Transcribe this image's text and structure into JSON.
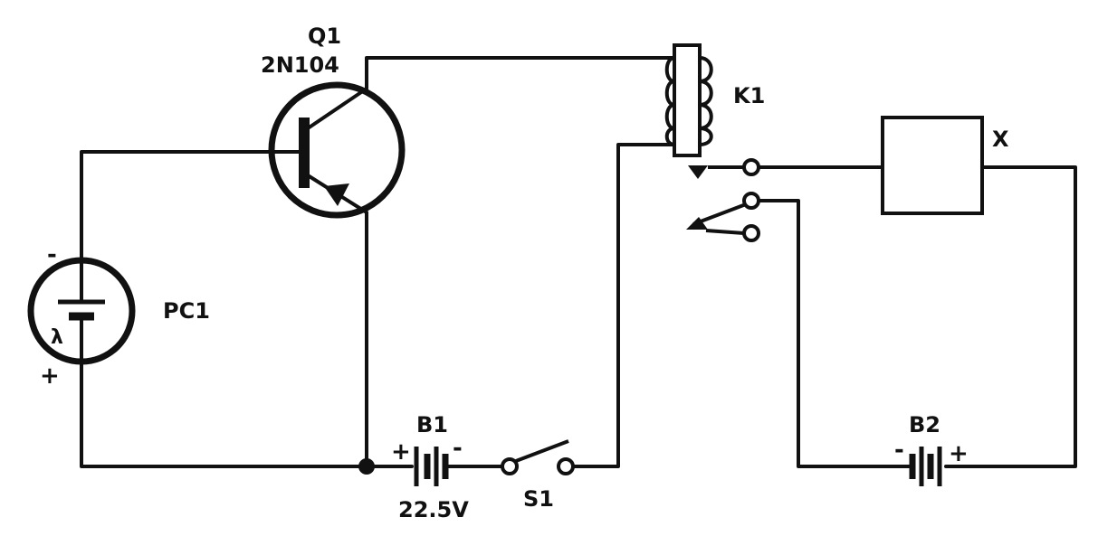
{
  "diagram": {
    "colors": {
      "ink": "#111111",
      "paper": "#ffffff"
    },
    "labels": {
      "q1_name": "Q1",
      "q1_part": "2N104",
      "relay": "K1",
      "load": "X",
      "photocell": "PC1",
      "lambda": "λ",
      "b1_name": "B1",
      "b1_voltage": "22.5V",
      "switch": "S1",
      "b2_name": "B2"
    },
    "polarity": {
      "pc1_top": "-",
      "pc1_bottom": "+",
      "b1_left": "+",
      "b1_right": "-",
      "b2_left": "-",
      "b2_right": "+"
    },
    "components": [
      {
        "ref": "Q1",
        "kind": "pnp-transistor",
        "part": "2N104"
      },
      {
        "ref": "PC1",
        "kind": "photocell"
      },
      {
        "ref": "K1",
        "kind": "relay"
      },
      {
        "ref": "X",
        "kind": "load"
      },
      {
        "ref": "B1",
        "kind": "battery",
        "voltage": "22.5V"
      },
      {
        "ref": "S1",
        "kind": "switch"
      },
      {
        "ref": "B2",
        "kind": "battery"
      }
    ]
  }
}
